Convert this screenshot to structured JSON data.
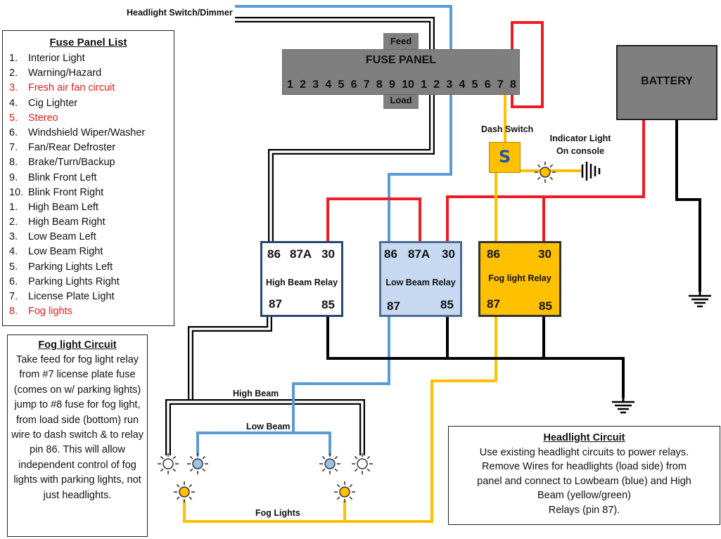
{
  "title": "Headlight Switch/Dimmer",
  "fuse_list": {
    "heading": "Fuse Panel List",
    "items": [
      {
        "num": "1.",
        "label": "Interior Light",
        "color": "#111111"
      },
      {
        "num": "2.",
        "label": "Warning/Hazard",
        "color": "#111111"
      },
      {
        "num": "3.",
        "label": "Fresh air fan circuit",
        "color": "#e0201b"
      },
      {
        "num": "4.",
        "label": "Cig Lighter",
        "color": "#111111"
      },
      {
        "num": "5.",
        "label": "Stereo",
        "color": "#e0201b"
      },
      {
        "num": "6.",
        "label": "Windshield Wiper/Washer",
        "color": "#111111"
      },
      {
        "num": "7.",
        "label": "Fan/Rear Defroster",
        "color": "#111111"
      },
      {
        "num": "8.",
        "label": "Brake/Turn/Backup",
        "color": "#111111"
      },
      {
        "num": "9.",
        "label": "Blink Front Left",
        "color": "#111111"
      },
      {
        "num": "10.",
        "label": "Blink Front Right",
        "color": "#111111"
      },
      {
        "num": "1.",
        "label": "High Beam Left",
        "color": "#111111"
      },
      {
        "num": "2.",
        "label": "High Beam Right",
        "color": "#111111"
      },
      {
        "num": "3.",
        "label": "Low Beam Left",
        "color": "#111111"
      },
      {
        "num": "4.",
        "label": "Low Beam Right",
        "color": "#111111"
      },
      {
        "num": "5.",
        "label": "Parking Lights Left",
        "color": "#111111"
      },
      {
        "num": "6.",
        "label": "Parking Lights Right",
        "color": "#111111"
      },
      {
        "num": "7.",
        "label": "License Plate Light",
        "color": "#111111"
      },
      {
        "num": "8.",
        "label": "Fog lights",
        "color": "#e0201b"
      }
    ]
  },
  "fuse_panel": {
    "title": "FUSE PANEL",
    "feed_label": "Feed",
    "load_label": "Load",
    "numbers": [
      "1",
      "2",
      "3",
      "4",
      "5",
      "6",
      "7",
      "8",
      "9",
      "10",
      "1",
      "2",
      "3",
      "4",
      "5",
      "6",
      "7",
      "8"
    ]
  },
  "battery": {
    "label": "BATTERY"
  },
  "dash_switch": {
    "label": "Dash Switch",
    "glyph": "S"
  },
  "indicator": {
    "line1": "Indicator Light",
    "line2": "On console"
  },
  "relays": {
    "high": {
      "name": "High Beam Relay",
      "pins": {
        "p86": "86",
        "p87a": "87A",
        "p30": "30",
        "p87": "87",
        "p85": "85"
      }
    },
    "low": {
      "name": "Low Beam Relay",
      "pins": {
        "p86": "86",
        "p87a": "87A",
        "p30": "30",
        "p87": "87",
        "p85": "85"
      }
    },
    "fog": {
      "name": "Fog light Relay",
      "pins": {
        "p86": "86",
        "p30": "30",
        "p87": "87",
        "p85": "85"
      }
    }
  },
  "wire_labels": {
    "high_beam": "High Beam",
    "low_beam": "Low Beam",
    "fog_lights": "Fog Lights"
  },
  "fog_note": {
    "heading": "Fog light Circuit",
    "body": "Take feed for fog light relay from #7 license plate fuse (comes on w/ parking lights) jump to #8 fuse for fog light, from load side (bottom) run wire to dash switch & to relay pin 86. This will allow independent control of fog lights with parking lights, not just headlights."
  },
  "headlight_note": {
    "heading": "Headlight Circuit",
    "line1": "Use existing headlight circuits to power relays.",
    "line2": "Remove Wires for headlights (load side) from",
    "line3": "panel and connect to Lowbeam (blue) and High",
    "line4": "Beam (yellow/green)",
    "line5": "Relays (pin 87)."
  },
  "colors": {
    "red_wire": "#ee1c25",
    "blue_wire": "#5b9bd5",
    "yellow_wire": "#ffc000",
    "black_wire": "#000000",
    "fuse_panel": "#7f7f7f",
    "low_relay": "#c6d9f1",
    "fog_relay": "#ffc000"
  },
  "icons": {
    "lamp": "sun-lamp-icon",
    "ground": "ground-symbol-icon",
    "horn": "indicator-buzzer-icon"
  }
}
